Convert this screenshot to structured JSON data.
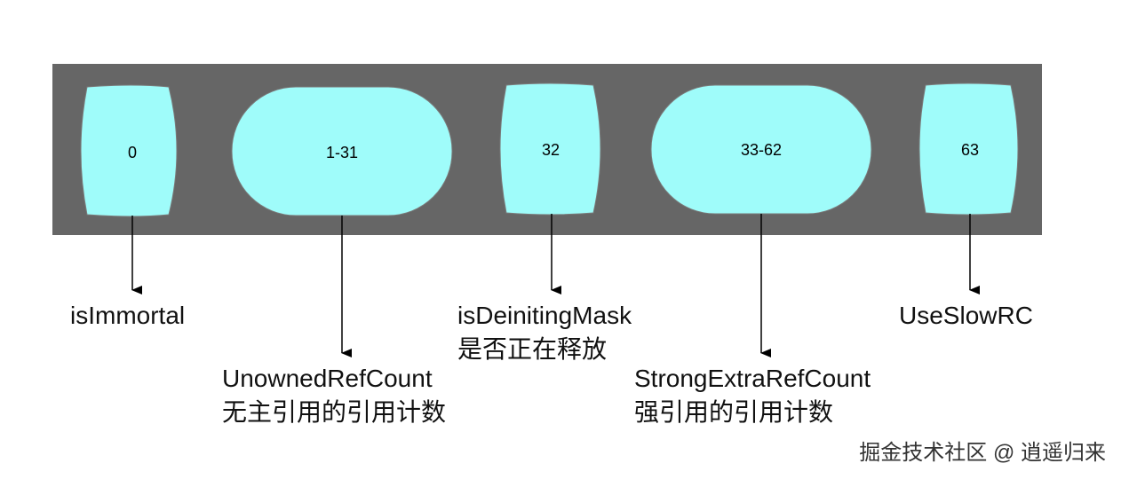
{
  "colors": {
    "register_bg": "#666666",
    "field_fill": "#9ffcfa",
    "arrow": "#000000"
  },
  "fields": [
    {
      "bits": "0",
      "label_lines": [
        "isImmortal"
      ]
    },
    {
      "bits": "1-31",
      "label_lines": [
        "UnownedRefCount",
        "无主引用的引用计数"
      ]
    },
    {
      "bits": "32",
      "label_lines": [
        "isDeinitingMask",
        "是否正在释放"
      ]
    },
    {
      "bits": "33-62",
      "label_lines": [
        "StrongExtraRefCount",
        "强引用的引用计数"
      ]
    },
    {
      "bits": "63",
      "label_lines": [
        "UseSlowRC"
      ]
    }
  ],
  "watermark": "掘金技术社区 @ 逍遥归来"
}
